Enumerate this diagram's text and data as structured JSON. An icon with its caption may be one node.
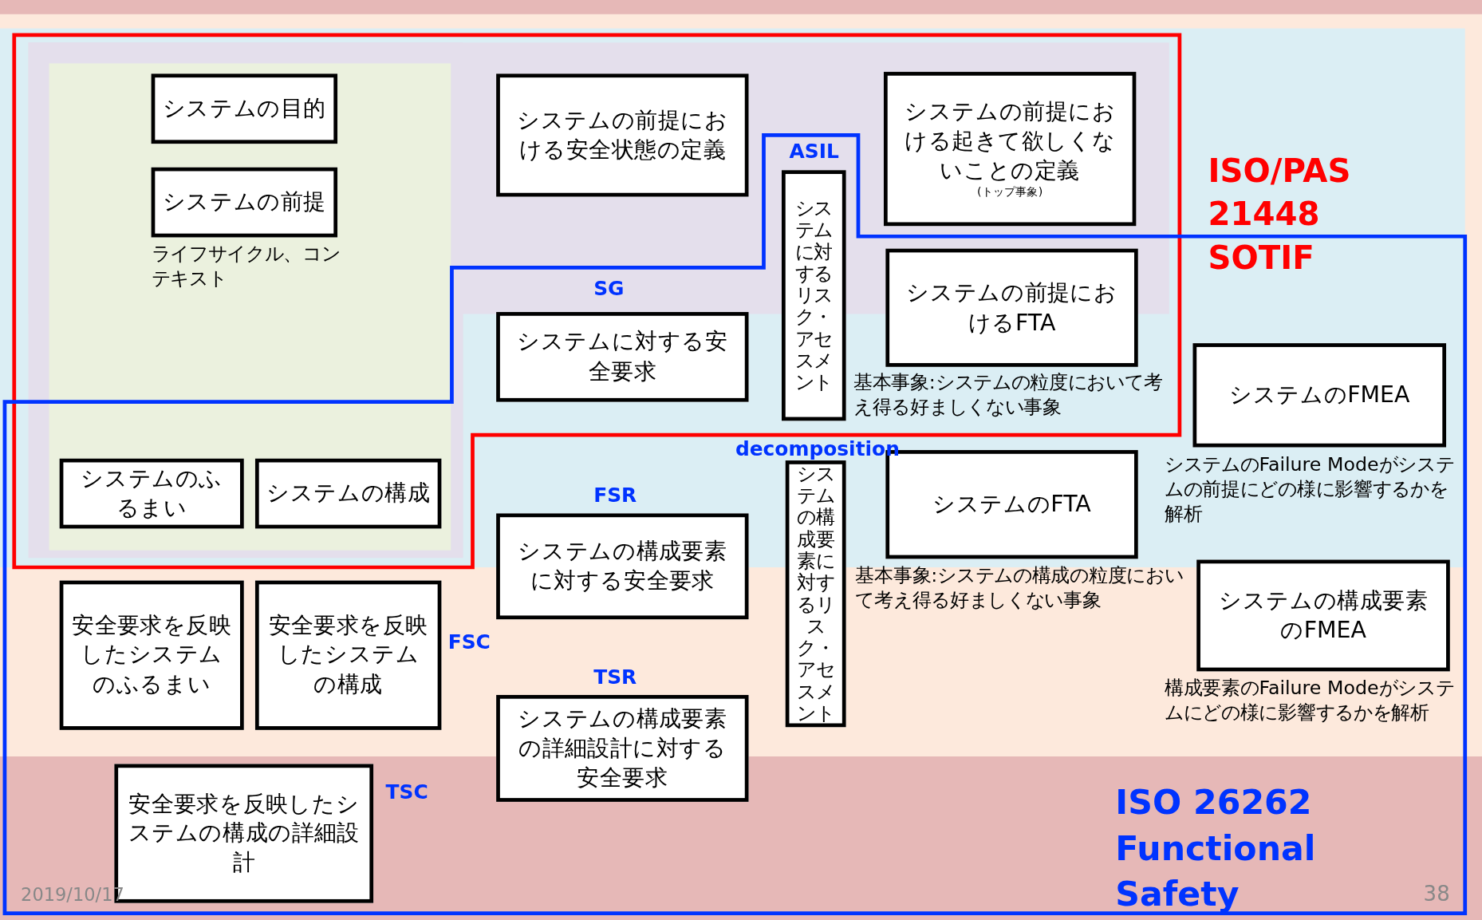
{
  "diagram": {
    "nodes": [
      {
        "text": [
          "システムの目的"
        ]
      },
      {
        "text": [
          "システムの前提"
        ],
        "beside": [
          "ライフサイクル、コンテキスト"
        ]
      },
      {
        "text": [
          "システムの前提における安全状態の定義"
        ]
      },
      {
        "text": [
          "システムの前提における起きて欲しくないことの定義",
          "(トップ事象)"
        ]
      },
      {
        "text": [
          "システムに対するリスク・アセスメント"
        ]
      },
      {
        "text": [
          "システムの前提におけるFTA"
        ],
        "beside": [
          "基本事象:システムの粒度において考え得る好ましくない事象"
        ]
      },
      {
        "text": [
          "システムに対する安全要求"
        ],
        "beside": [
          "SG"
        ]
      },
      {
        "text": [
          "システムのふるまい"
        ]
      },
      {
        "text": [
          "システムの構成"
        ]
      },
      {
        "text": [
          "システムのFMEA"
        ],
        "beside": [
          "システムのFailure Modeがシステムの前提にどの様に影響するかを解析"
        ]
      },
      {
        "text": [
          "システムの構成要素に対する安全要求"
        ],
        "beside": [
          "FSR"
        ]
      },
      {
        "text": [
          "システムの構成要素に対するリスク・アセスメント"
        ]
      },
      {
        "text": [
          "システムのFTA"
        ],
        "beside": [
          "基本事象:システムの構成の粒度において考え得る好ましくない事象"
        ]
      },
      {
        "text": [
          "安全要求を反映したシステムのふるまい"
        ]
      },
      {
        "text": [
          "安全要求を反映したシステムの構成"
        ],
        "beside": [
          "FSC"
        ]
      },
      {
        "text": [
          "システムの構成要素のFMEA"
        ],
        "beside": [
          "構成要素のFailure Modeがシステムにどの様に影響するかを解析"
        ]
      },
      {
        "text": [
          "システムの構成要素の詳細設計に対する安全要求"
        ],
        "beside": [
          "TSR"
        ]
      },
      {
        "text": [
          "安全要求を反映したシステムの構成の詳細設計"
        ],
        "beside": [
          "TSC"
        ]
      }
    ],
    "labels": [
      "ISO/PAS 21448 SOTIF",
      "ASIL",
      "decomposition",
      "ISO 26262 Functional Safety",
      "2019/10/17",
      "38"
    ]
  }
}
